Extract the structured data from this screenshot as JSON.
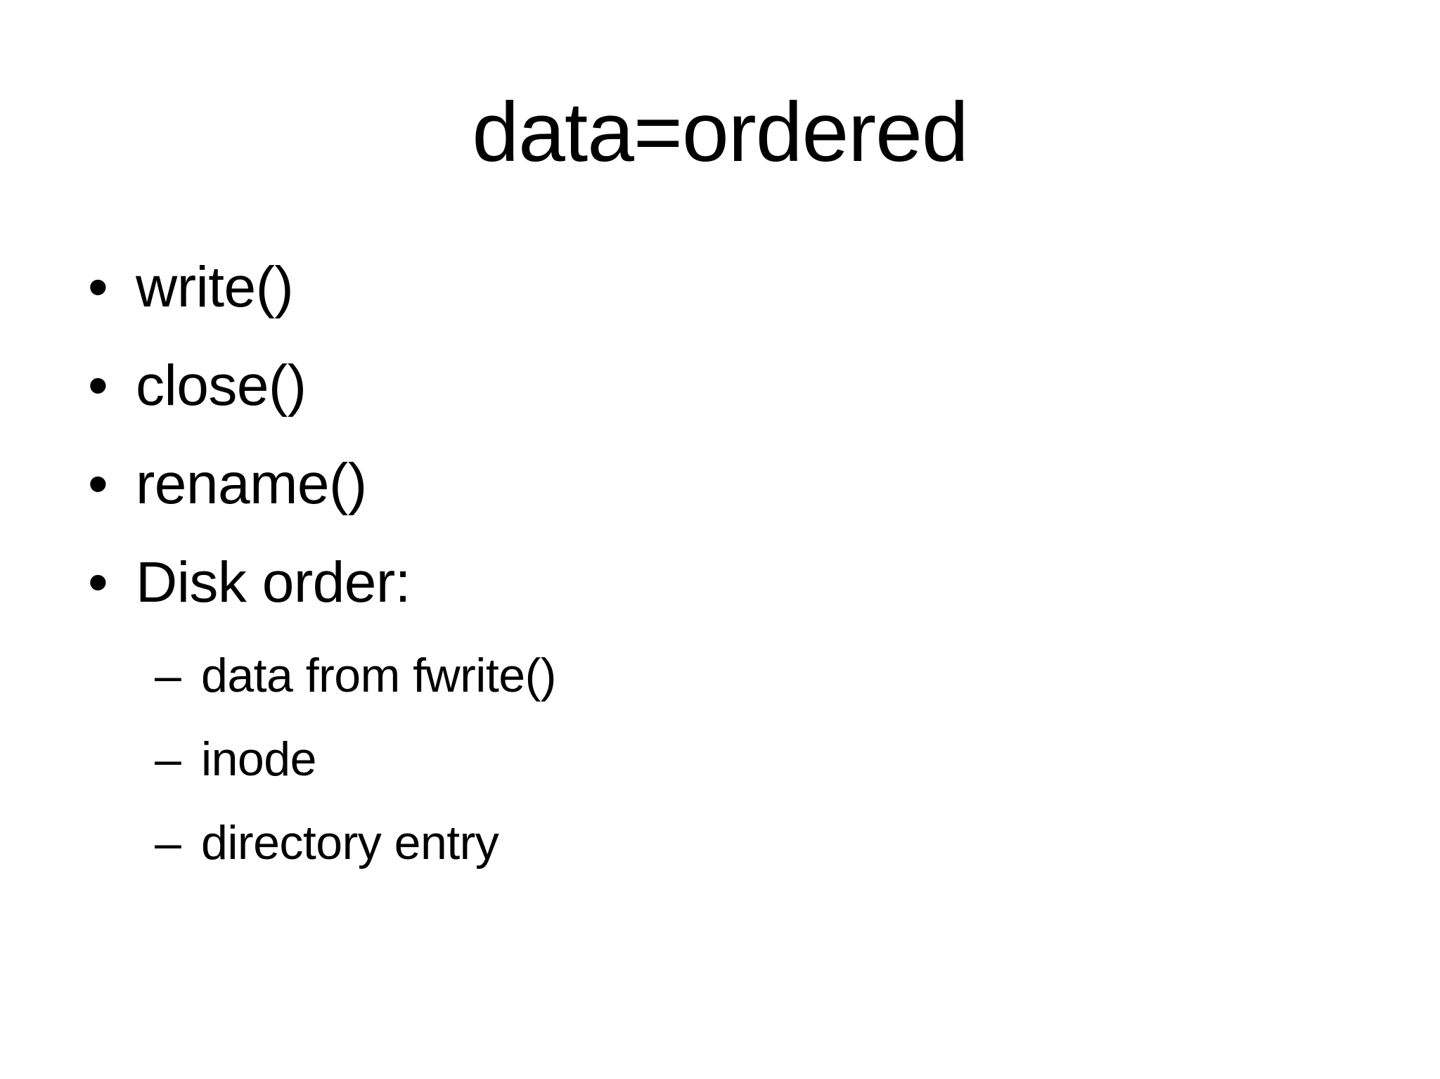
{
  "slide": {
    "title": "data=ordered",
    "markers": {
      "level1": "•",
      "level2": "–"
    },
    "bullets": [
      {
        "label": "write()"
      },
      {
        "label": "close()"
      },
      {
        "label": "rename()"
      },
      {
        "label": "Disk order:"
      }
    ],
    "sub_bullets": [
      {
        "label": "data from fwrite()"
      },
      {
        "label": "inode"
      },
      {
        "label": "directory entry"
      }
    ],
    "colors": {
      "background": "#ffffff",
      "text": "#000000"
    }
  }
}
